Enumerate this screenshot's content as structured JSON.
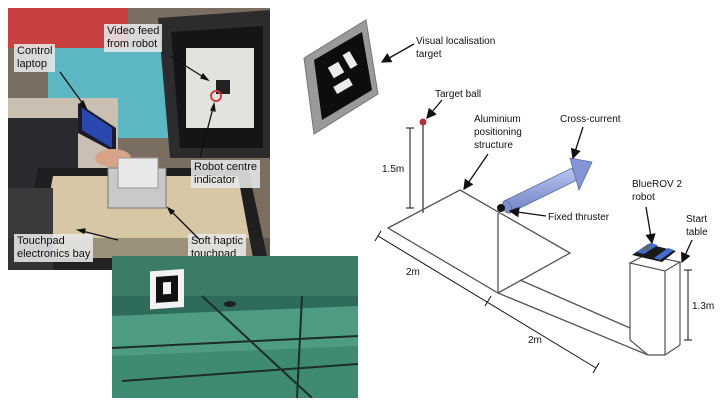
{
  "labels": {
    "control_laptop": "Control\nlaptop",
    "video_feed": "Video feed\nfrom robot",
    "robot_centre": "Robot centre\nindicator",
    "touchpad_bay": "Touchpad\nelectronics bay",
    "soft_touchpad": "Soft haptic\ntouchpad"
  },
  "diagram": {
    "visual_target": [
      "Visual localisation",
      "target"
    ],
    "target_ball": "Target ball",
    "aluminium": [
      "Aluminium",
      "positioning",
      "structure"
    ],
    "cross_current": "Cross-current",
    "fixed_thruster": "Fixed thruster",
    "bluerov": [
      "BlueROV 2",
      "robot"
    ],
    "start_table": [
      "Start",
      "table"
    ],
    "dim_1_5m": "1.5m",
    "dim_2m_a": "2m",
    "dim_2m_b": "2m",
    "dim_1_3m": "1.3m"
  },
  "colors": {
    "current_arrow": "#8e9fd8",
    "target_ball": "#b03040",
    "target_frame": "#9a9a9a"
  }
}
